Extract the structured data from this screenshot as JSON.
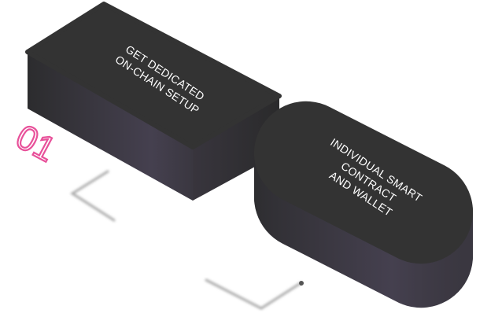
{
  "step_number": "01",
  "box1": {
    "line1": "GET DEDICATED",
    "line2": "ON-CHAIN SETUP"
  },
  "box2": {
    "line1": "INDIVIDUAL SMART",
    "line2": "CONTRACT",
    "line3": "AND WALLET"
  },
  "colors": {
    "accent": "#e8519a",
    "block_top": "#333333",
    "block_side": "#3e3a46",
    "connector": "#9a9a9a"
  }
}
